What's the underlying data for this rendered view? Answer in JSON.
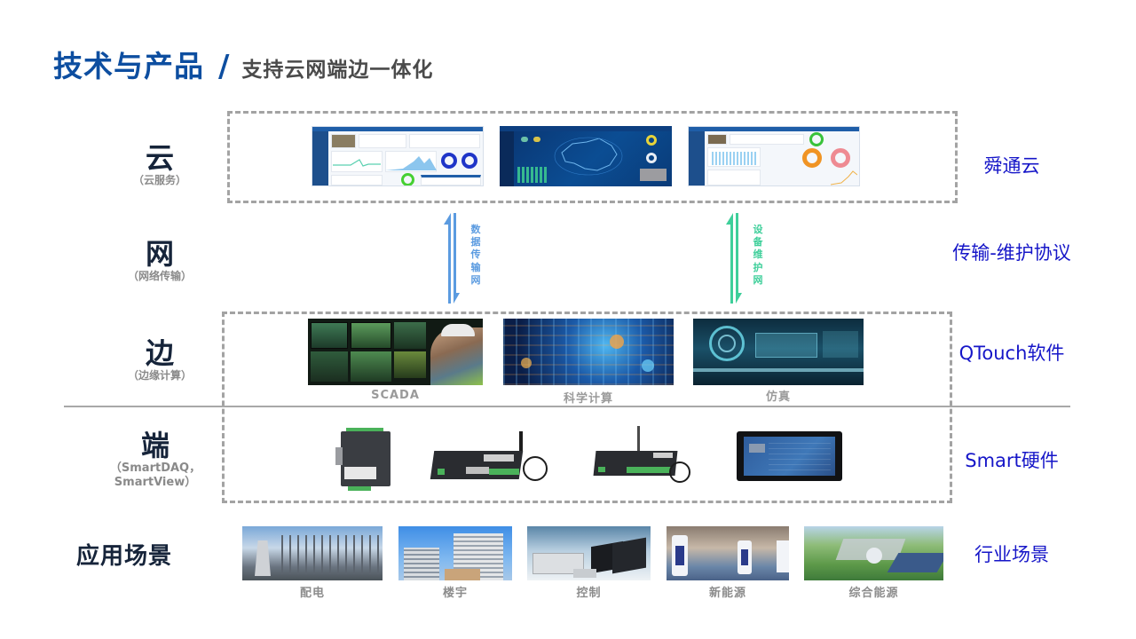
{
  "header": {
    "title": "技术与产品",
    "separator": "/",
    "subtitle": "支持云网端边一体化"
  },
  "layers": [
    {
      "key": "cloud",
      "label": "云",
      "sub": "（云服务）",
      "right_label": "舜通云"
    },
    {
      "key": "network",
      "label": "网",
      "sub": "（网络传输）",
      "right_label": "传输-维护协议"
    },
    {
      "key": "edge",
      "label": "边",
      "sub": "（边缘计算）",
      "right_label": "QTouch软件"
    },
    {
      "key": "device",
      "label": "端",
      "sub_line1": "（SmartDAQ，",
      "sub_line2": "SmartView）",
      "right_label": "Smart硬件"
    },
    {
      "key": "scenes",
      "label": "应用场景",
      "right_label": "行业场景"
    }
  ],
  "cloud": {
    "dashboards": [
      {
        "name": "monitoring-dashboard-light",
        "theme": "light"
      },
      {
        "name": "big-screen-map-dashboard",
        "theme": "dark"
      },
      {
        "name": "statistics-dashboard-light",
        "theme": "light"
      }
    ]
  },
  "network": {
    "data_channel": {
      "label": "数据传输网",
      "chars": [
        "数",
        "据",
        "传",
        "输",
        "网"
      ],
      "color": "#5b9be0"
    },
    "maintenance_channel": {
      "label": "设备维护网",
      "chars": [
        "设",
        "备",
        "维",
        "护",
        "网"
      ],
      "color": "#3ecf9a"
    }
  },
  "edge": {
    "items": [
      {
        "caption": "SCADA"
      },
      {
        "caption": "科学计算"
      },
      {
        "caption": "仿真"
      }
    ]
  },
  "device": {
    "items": [
      {
        "name": "smartdaq-din-module"
      },
      {
        "name": "smartdaq-gateway-with-antenna"
      },
      {
        "name": "smartdaq-gateway-rack"
      },
      {
        "name": "smartview-touch-panel"
      }
    ]
  },
  "scenes": {
    "items": [
      {
        "caption": "配电"
      },
      {
        "caption": "楼宇"
      },
      {
        "caption": "控制"
      },
      {
        "caption": "新能源"
      },
      {
        "caption": "综合能源"
      }
    ]
  },
  "colors": {
    "title_blue": "#0d4ea0",
    "right_label_blue": "#1616c8",
    "dashed_border": "#a3a3a3",
    "label_dark": "#16243a"
  }
}
